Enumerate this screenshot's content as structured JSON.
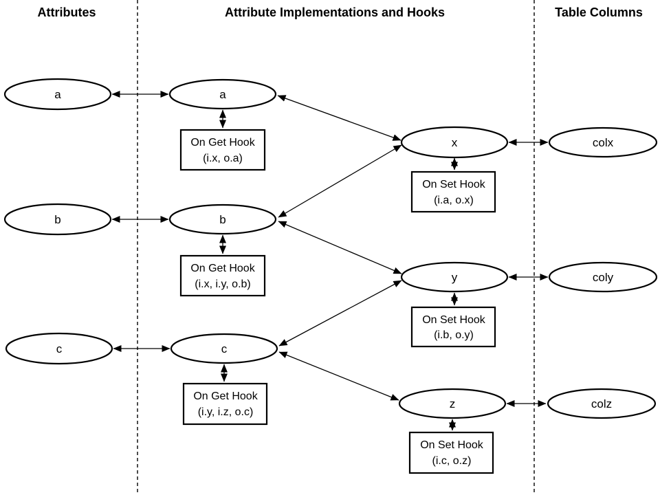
{
  "diagram": {
    "columns": [
      {
        "title": "Attributes"
      },
      {
        "title": "Attribute Implementations and Hooks"
      },
      {
        "title": "Table Columns"
      }
    ],
    "attributes": [
      {
        "label": "a"
      },
      {
        "label": "b"
      },
      {
        "label": "c"
      }
    ],
    "implementations": [
      {
        "label": "a",
        "hook": {
          "line1": "On Get Hook",
          "line2": "(i.x, o.a)"
        }
      },
      {
        "label": "b",
        "hook": {
          "line1": "On Get Hook",
          "line2": "(i.x, i.y, o.b)"
        }
      },
      {
        "label": "c",
        "hook": {
          "line1": "On Get Hook",
          "line2": "(i.y, i.z, o.c)"
        }
      }
    ],
    "setters": [
      {
        "label": "x",
        "hook": {
          "line1": "On Set Hook",
          "line2": "(i.a, o.x)"
        }
      },
      {
        "label": "y",
        "hook": {
          "line1": "On Set Hook",
          "line2": "(i.b, o.y)"
        }
      },
      {
        "label": "z",
        "hook": {
          "line1": "On Set Hook",
          "line2": "(i.c, o.z)"
        }
      }
    ],
    "table_columns": [
      {
        "label": "colx"
      },
      {
        "label": "coly"
      },
      {
        "label": "colz"
      }
    ],
    "edges": [
      {
        "from": "attribute-a",
        "to": "impl-a",
        "type": "bidirectional"
      },
      {
        "from": "attribute-b",
        "to": "impl-b",
        "type": "bidirectional"
      },
      {
        "from": "attribute-c",
        "to": "impl-c",
        "type": "bidirectional"
      },
      {
        "from": "impl-a",
        "to": "get-hook-a",
        "type": "bidirectional"
      },
      {
        "from": "impl-b",
        "to": "get-hook-b",
        "type": "bidirectional"
      },
      {
        "from": "impl-c",
        "to": "get-hook-c",
        "type": "bidirectional"
      },
      {
        "from": "impl-a",
        "to": "setter-x",
        "type": "bidirectional"
      },
      {
        "from": "impl-b",
        "to": "setter-x",
        "type": "bidirectional"
      },
      {
        "from": "impl-b",
        "to": "setter-y",
        "type": "bidirectional"
      },
      {
        "from": "impl-c",
        "to": "setter-y",
        "type": "bidirectional"
      },
      {
        "from": "impl-c",
        "to": "setter-z",
        "type": "bidirectional"
      },
      {
        "from": "setter-x",
        "to": "set-hook-x",
        "type": "bidirectional"
      },
      {
        "from": "setter-y",
        "to": "set-hook-y",
        "type": "bidirectional"
      },
      {
        "from": "setter-z",
        "to": "set-hook-z",
        "type": "bidirectional"
      },
      {
        "from": "setter-x",
        "to": "table-colx",
        "type": "bidirectional"
      },
      {
        "from": "setter-y",
        "to": "table-coly",
        "type": "bidirectional"
      },
      {
        "from": "setter-z",
        "to": "table-colz",
        "type": "bidirectional"
      }
    ],
    "colors": {
      "stroke": "#000000",
      "background": "#ffffff"
    }
  }
}
